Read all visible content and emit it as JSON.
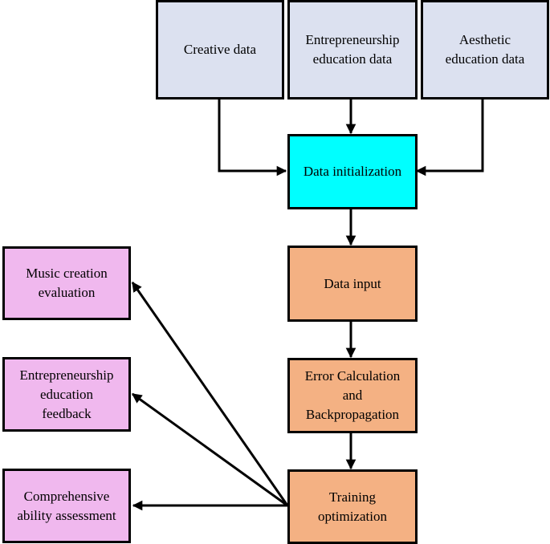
{
  "nodes": {
    "creative": {
      "lines": [
        "Creative data"
      ],
      "color": "#dce1f0"
    },
    "entrepreneurship": {
      "lines": [
        "Entrepreneurship",
        "education data"
      ],
      "color": "#dce1f0"
    },
    "aesthetic": {
      "lines": [
        "Aesthetic",
        "education data"
      ],
      "color": "#dce1f0"
    },
    "init": {
      "lines": [
        "Data initialization"
      ],
      "color": "#00ffff"
    },
    "input": {
      "lines": [
        "Data input"
      ],
      "color": "#f4b183"
    },
    "error": {
      "lines": [
        "Error Calculation",
        "and",
        "Backpropagation"
      ],
      "color": "#f4b183"
    },
    "training": {
      "lines": [
        "Training",
        "optimization"
      ],
      "color": "#f4b183"
    },
    "music": {
      "lines": [
        "Music creation",
        "evaluation"
      ],
      "color": "#f0b8ee"
    },
    "feedback": {
      "lines": [
        "Entrepreneurship",
        "education",
        "feedback"
      ],
      "color": "#f0b8ee"
    },
    "assessment": {
      "lines": [
        "Comprehensive",
        "ability assessment"
      ],
      "color": "#f0b8ee"
    }
  }
}
